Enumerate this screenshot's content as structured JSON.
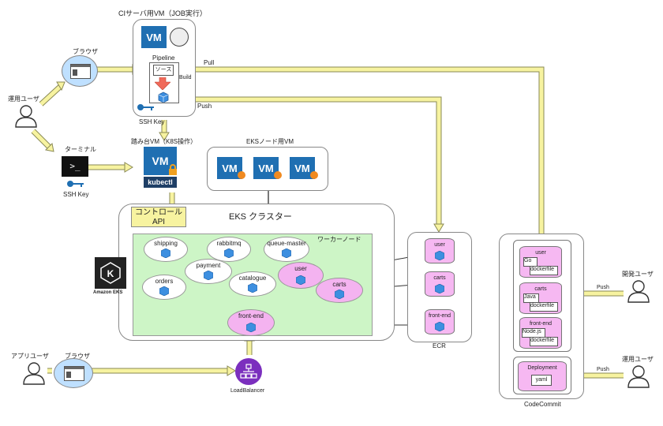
{
  "ci_vm": {
    "title": "CIサーバ用VM（JOB実行）",
    "vm_label": "VM",
    "pipeline": "Pipeline",
    "source": "ソース",
    "build": "Build",
    "ssh_key": "SSH Key"
  },
  "browser_top": {
    "label": "ブラウザ"
  },
  "ops_user_left": {
    "label": "運用ユーザ"
  },
  "terminal": {
    "label": "ターミナル",
    "glyph": ">_",
    "ssh_key": "SSH Key"
  },
  "bastion": {
    "title": "踏み台VM（K8S操作）",
    "vm_label": "VM",
    "kubectl": "kubectl"
  },
  "eks_node_vm": {
    "title": "EKSノード用VM",
    "vm_label": "VM"
  },
  "arrows": {
    "pull": "Pull",
    "push_ci": "Push",
    "push_dev": "Push",
    "push_ops": "Push"
  },
  "eks": {
    "title": "EKS クラスター",
    "control_api": "コントロール\nAPI",
    "worker": "ワーカーノード",
    "amazon_eks": "Amazon EKS",
    "k_glyph": "K"
  },
  "services": {
    "shipping": "shipping",
    "rabbitmq": "rabbitmq",
    "queue_master": "queue-master",
    "payment": "payment",
    "orders": "orders",
    "catalogue": "catalogue",
    "user": "user",
    "carts": "carts",
    "front_end": "front-end"
  },
  "ecr": {
    "label": "ECR",
    "repos": [
      "user",
      "carts",
      "front-end"
    ]
  },
  "codecommit": {
    "label": "CodeCommit",
    "repos": [
      {
        "name": "user",
        "lang": "Go",
        "file": "dockerfile"
      },
      {
        "name": "carts",
        "lang": "Java",
        "file": "dockerfile"
      },
      {
        "name": "front-end",
        "lang": "Node.js",
        "file": "dockerfile"
      }
    ],
    "deployment": {
      "name": "Deployment",
      "file": "yaml"
    }
  },
  "dev_user": {
    "label": "開発ユーザ"
  },
  "ops_user_right": {
    "label": "運用ユーザ"
  },
  "app_user": {
    "label": "アプリユーザ"
  },
  "browser_bottom": {
    "label": "ブラウザ"
  },
  "load_balancer": {
    "label": "LoadBalancer"
  },
  "colors": {
    "vm_blue": "#1f6fb2",
    "eks_green": "#cdf5c6",
    "pink": "#f4b3f0",
    "arrow_yellow": "#f7f3a0",
    "cube_blue": "#3d8fe0",
    "lb_purple": "#7b2fbe"
  }
}
